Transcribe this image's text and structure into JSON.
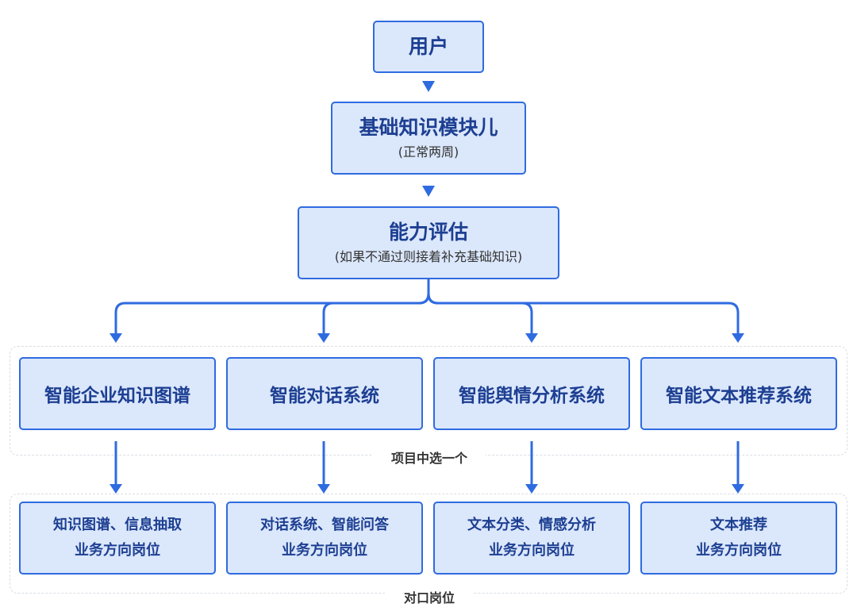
{
  "user": {
    "title": "用户"
  },
  "basic": {
    "title": "基础知识模块儿",
    "subtitle": "(正常两周)"
  },
  "assess": {
    "title": "能力评估",
    "subtitle": "(如果不通过则接着补充基础知识)"
  },
  "projects": {
    "label": "项目中选一个",
    "items": [
      "智能企业知识图谱",
      "智能对话系统",
      "智能舆情分析系统",
      "智能文本推荐系统"
    ]
  },
  "roles": {
    "label": "对口岗位",
    "items": [
      {
        "line1": "知识图谱、信息抽取",
        "line2": "业务方向岗位"
      },
      {
        "line1": "对话系统、智能问答",
        "line2": "业务方向岗位"
      },
      {
        "line1": "文本分类、情感分析",
        "line2": "业务方向岗位"
      },
      {
        "line1": "文本推荐",
        "line2": "业务方向岗位"
      }
    ]
  },
  "colors": {
    "line": "#2f6be0",
    "box_fill": "#dbe7fb",
    "text": "#1d3f92"
  }
}
